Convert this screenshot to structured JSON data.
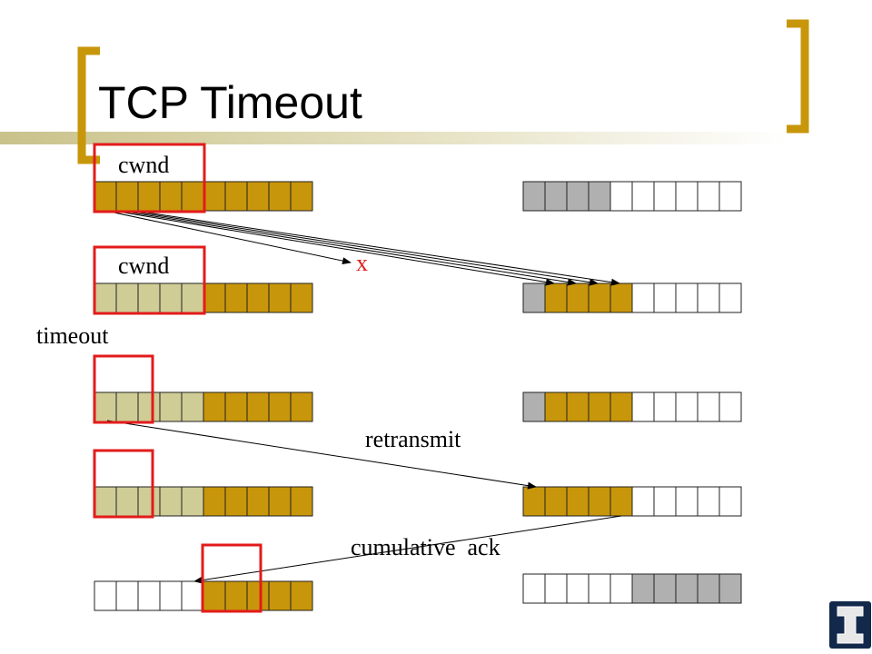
{
  "slide": {
    "title": "TCP Timeout"
  },
  "labels": {
    "cwnd_1": "cwnd",
    "cwnd_2": "cwnd",
    "loss_mark": "x",
    "timeout": "timeout",
    "retransmit": "retransmit",
    "cumulative_ack": "cumulative  ack"
  },
  "colors": {
    "gold": "#c8960a",
    "tan": "#cfcc96",
    "gray": "#b0b0b0",
    "white": "#ffffff",
    "window_box": "#e31b1b",
    "bracket": "#c8960a",
    "title_bar": "#d8d3a8",
    "logo_bg": "#13294b",
    "logo_fg": "#e8e8e8"
  },
  "diagram": {
    "sender_rows": [
      [
        "gold",
        "gold",
        "gold",
        "gold",
        "gold",
        "gold",
        "gold",
        "gold",
        "gold",
        "gold"
      ],
      [
        "tan",
        "tan",
        "tan",
        "tan",
        "tan",
        "gold",
        "gold",
        "gold",
        "gold",
        "gold"
      ],
      [
        "tan",
        "tan",
        "tan",
        "tan",
        "tan",
        "gold",
        "gold",
        "gold",
        "gold",
        "gold"
      ],
      [
        "tan",
        "tan",
        "tan",
        "tan",
        "tan",
        "gold",
        "gold",
        "gold",
        "gold",
        "gold"
      ],
      [
        "white",
        "white",
        "white",
        "white",
        "white",
        "gold",
        "gold",
        "gold",
        "gold",
        "gold"
      ]
    ],
    "receiver_rows": [
      [
        "gray",
        "gray",
        "gray",
        "gray",
        "white",
        "white",
        "white",
        "white",
        "white",
        "white"
      ],
      [
        "gray",
        "gold",
        "gold",
        "gold",
        "gold",
        "white",
        "white",
        "white",
        "white",
        "white"
      ],
      [
        "gray",
        "gold",
        "gold",
        "gold",
        "gold",
        "white",
        "white",
        "white",
        "white",
        "white"
      ],
      [
        "gold",
        "gold",
        "gold",
        "gold",
        "gold",
        "white",
        "white",
        "white",
        "white",
        "white"
      ],
      [
        "white",
        "white",
        "white",
        "white",
        "white",
        "gray",
        "gray",
        "gray",
        "gray",
        "gray"
      ]
    ]
  },
  "logo": {
    "icon": "illinois-block-i-icon"
  }
}
